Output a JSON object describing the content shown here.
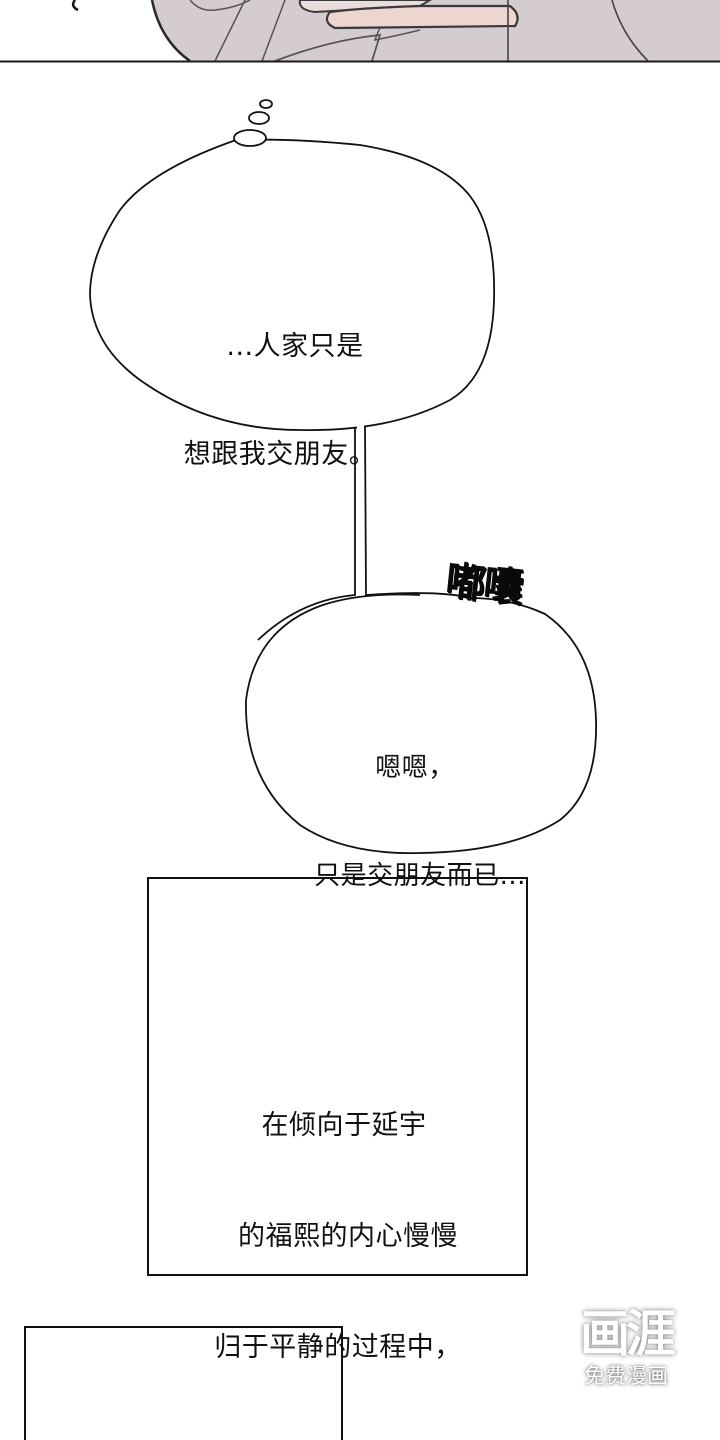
{
  "comic": {
    "top_panel": {
      "fill_color": "#d5ccd0",
      "blush_color": "#efd5d0",
      "border_color": "#1a1a1a"
    },
    "thought_bubble": {
      "lines": [
        "...人家只是",
        "想跟我交朋友。"
      ]
    },
    "sound_effect": {
      "text": "嘟囔"
    },
    "speech_bubble": {
      "lines": [
        "嗯嗯，",
        "只是交朋友而已..."
      ]
    },
    "narration_box": {
      "lines": [
        "在倾向于延宇",
        "的福熙的内心慢慢",
        "归于平静的过程中，"
      ]
    }
  },
  "watermark": {
    "logo": "画涯",
    "subtitle": "免费漫画"
  }
}
